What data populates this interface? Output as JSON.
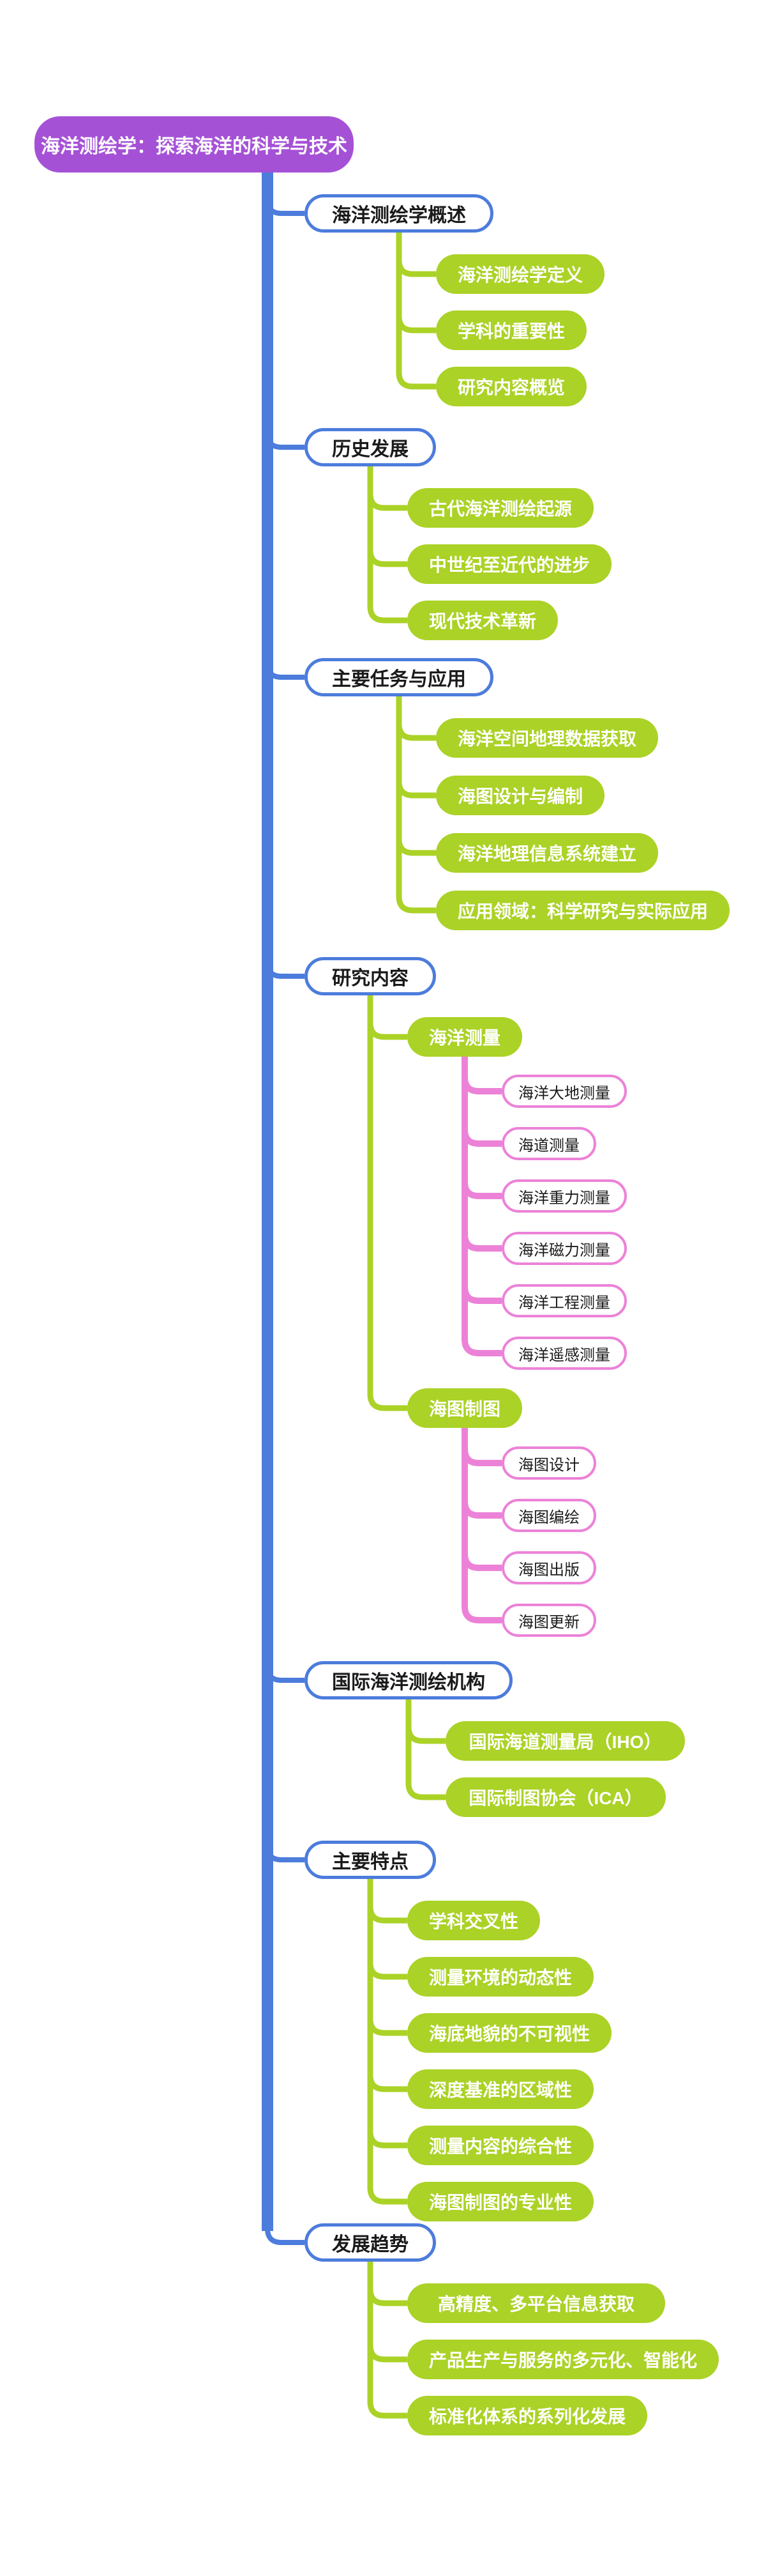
{
  "colors": {
    "root_fill": "#A551D6",
    "trunk_blue": "#4C7CDC",
    "branch_green": "#ABD226",
    "branch_pink": "#EC82D8",
    "node_text_dark": "#1a1a1a",
    "node_text_light": "#ffffff",
    "background": "#ffffff"
  },
  "mindmap": {
    "root": {
      "label": "海洋测绘学：探索海洋的科学与技术"
    },
    "branches": [
      {
        "label": "海洋测绘学概述",
        "children": [
          {
            "label": "海洋测绘学定义"
          },
          {
            "label": "学科的重要性"
          },
          {
            "label": "研究内容概览"
          }
        ]
      },
      {
        "label": "历史发展",
        "children": [
          {
            "label": "古代海洋测绘起源"
          },
          {
            "label": "中世纪至近代的进步"
          },
          {
            "label": "现代技术革新"
          }
        ]
      },
      {
        "label": "主要任务与应用",
        "children": [
          {
            "label": "海洋空间地理数据获取"
          },
          {
            "label": "海图设计与编制"
          },
          {
            "label": "海洋地理信息系统建立"
          },
          {
            "label": "应用领域：科学研究与实际应用"
          }
        ]
      },
      {
        "label": "研究内容",
        "children": [
          {
            "label": "海洋测量",
            "children": [
              {
                "label": "海洋大地测量"
              },
              {
                "label": "海道测量"
              },
              {
                "label": "海洋重力测量"
              },
              {
                "label": "海洋磁力测量"
              },
              {
                "label": "海洋工程测量"
              },
              {
                "label": "海洋遥感测量"
              }
            ]
          },
          {
            "label": "海图制图",
            "children": [
              {
                "label": "海图设计"
              },
              {
                "label": "海图编绘"
              },
              {
                "label": "海图出版"
              },
              {
                "label": "海图更新"
              }
            ]
          }
        ]
      },
      {
        "label": "国际海洋测绘机构",
        "children": [
          {
            "label": "国际海道测量局（IHO）"
          },
          {
            "label": "国际制图协会（ICA）"
          }
        ]
      },
      {
        "label": "主要特点",
        "children": [
          {
            "label": "学科交叉性"
          },
          {
            "label": "测量环境的动态性"
          },
          {
            "label": "海底地貌的不可视性"
          },
          {
            "label": "深度基准的区域性"
          },
          {
            "label": "测量内容的综合性"
          },
          {
            "label": "海图制图的专业性"
          }
        ]
      },
      {
        "label": "发展趋势",
        "children": [
          {
            "label": "高精度、多平台信息获取"
          },
          {
            "label": "产品生产与服务的多元化、智能化"
          },
          {
            "label": "标准化体系的系列化发展"
          }
        ]
      }
    ]
  }
}
